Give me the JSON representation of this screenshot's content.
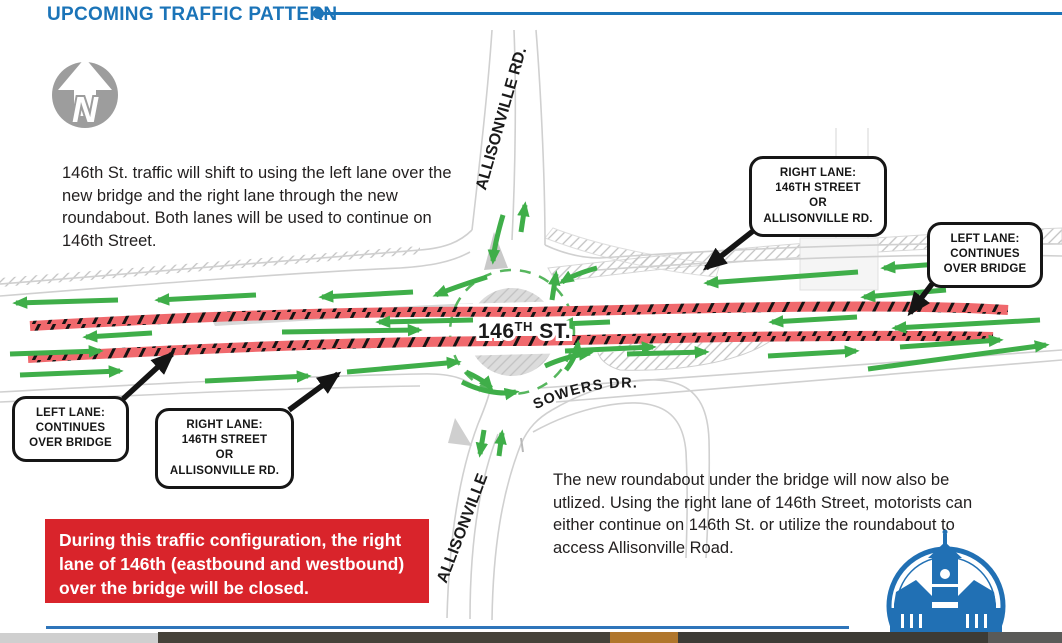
{
  "header": {
    "title": "UPCOMING TRAFFIC PATTERN"
  },
  "intro_text": "146th St. traffic will shift to using the left lane over the new bridge and the right lane through the new roundabout. Both lanes will be used to continue on 146th Street.",
  "roundabout_text": "The new roundabout under the bridge will now also be utlized. Using the right lane of 146th Street, motorists can either continue on 146th St. or utilize the roundabout to access Allisonville Road.",
  "alert": {
    "text": "During this traffic configuration, the right lane of 146th (eastbound and westbound) over the bridge will be closed."
  },
  "callouts": {
    "right_lane_top": "RIGHT LANE:\n146TH STREET\nOR\nALLISONVILLE RD.",
    "left_lane_top": "LEFT LANE:\nCONTINUES\nOVER BRIDGE",
    "left_lane_bottom": "LEFT LANE:\nCONTINUES\nOVER BRIDGE",
    "right_lane_bottom": "RIGHT LANE:\n146TH STREET\nOR\nALLISONVILLE RD."
  },
  "map_labels": {
    "allisonville_rd_north": "ALLISONVILLE RD.",
    "allisonville_south": "ALLISONVILLE",
    "sowers_dr": "SOWERS DR.",
    "street_146_num": "146",
    "street_146_sup": "TH",
    "street_146_st": " ST.",
    "north_letter": "N"
  },
  "colors": {
    "accent_blue": "#1b74b8",
    "flow_green": "#3fae49",
    "closed_lane_red": "#f0696d",
    "alert_red": "#d9242b",
    "logo_blue": "#2170b4"
  }
}
